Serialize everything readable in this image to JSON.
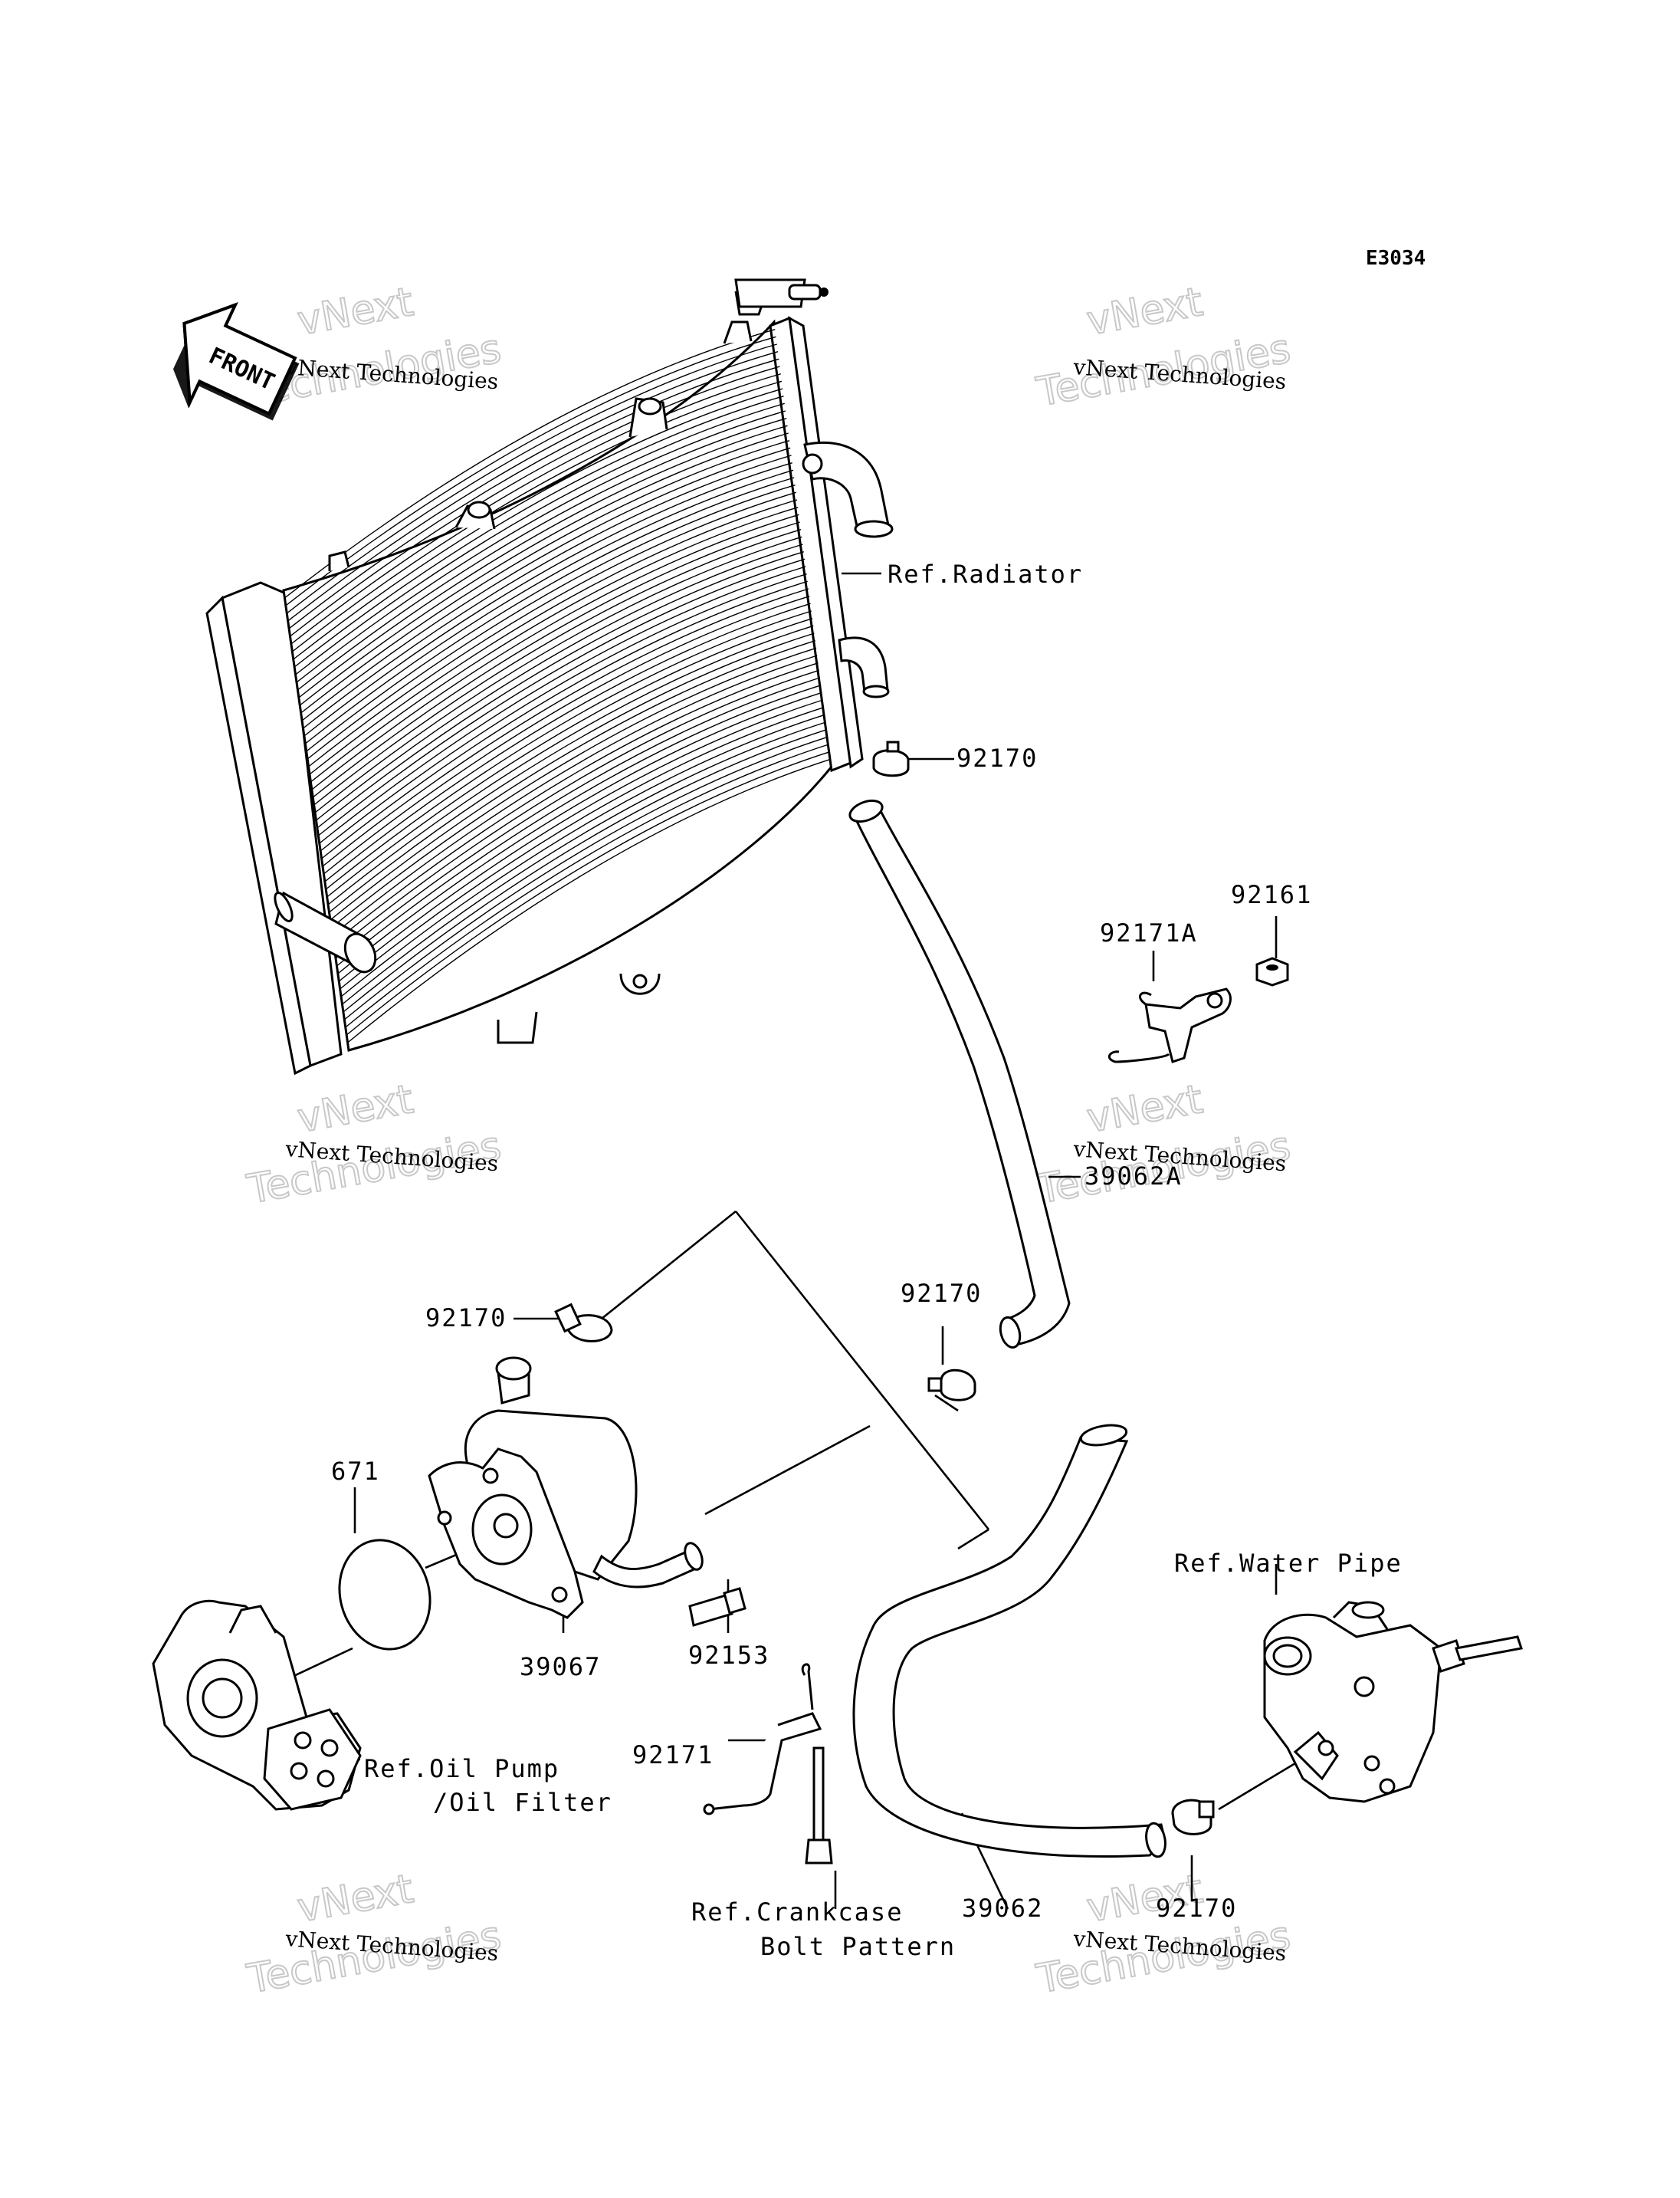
{
  "diagram_code": "E3034",
  "front_label": "FRONT",
  "watermark": {
    "small": "vNext Technologies",
    "big_line1": "vNext",
    "big_line2": "Technologies"
  },
  "labels": {
    "ref_radiator": "Ref.Radiator",
    "p92170_top": "92170",
    "p92161": "92161",
    "p92171A": "92171A",
    "p39062A": "39062A",
    "p92170_left": "92170",
    "p92170_mid": "92170",
    "p671": "671",
    "p39067": "39067",
    "p92153": "92153",
    "ref_water_pipe": "Ref.Water Pipe",
    "ref_oil_pump_1": "Ref.Oil Pump",
    "ref_oil_pump_2": "/Oil Filter",
    "p92171": "92171",
    "ref_crankcase_1": "Ref.Crankcase",
    "ref_crankcase_2": "Bolt Pattern",
    "p39062": "39062",
    "p92170_bottom": "92170"
  }
}
